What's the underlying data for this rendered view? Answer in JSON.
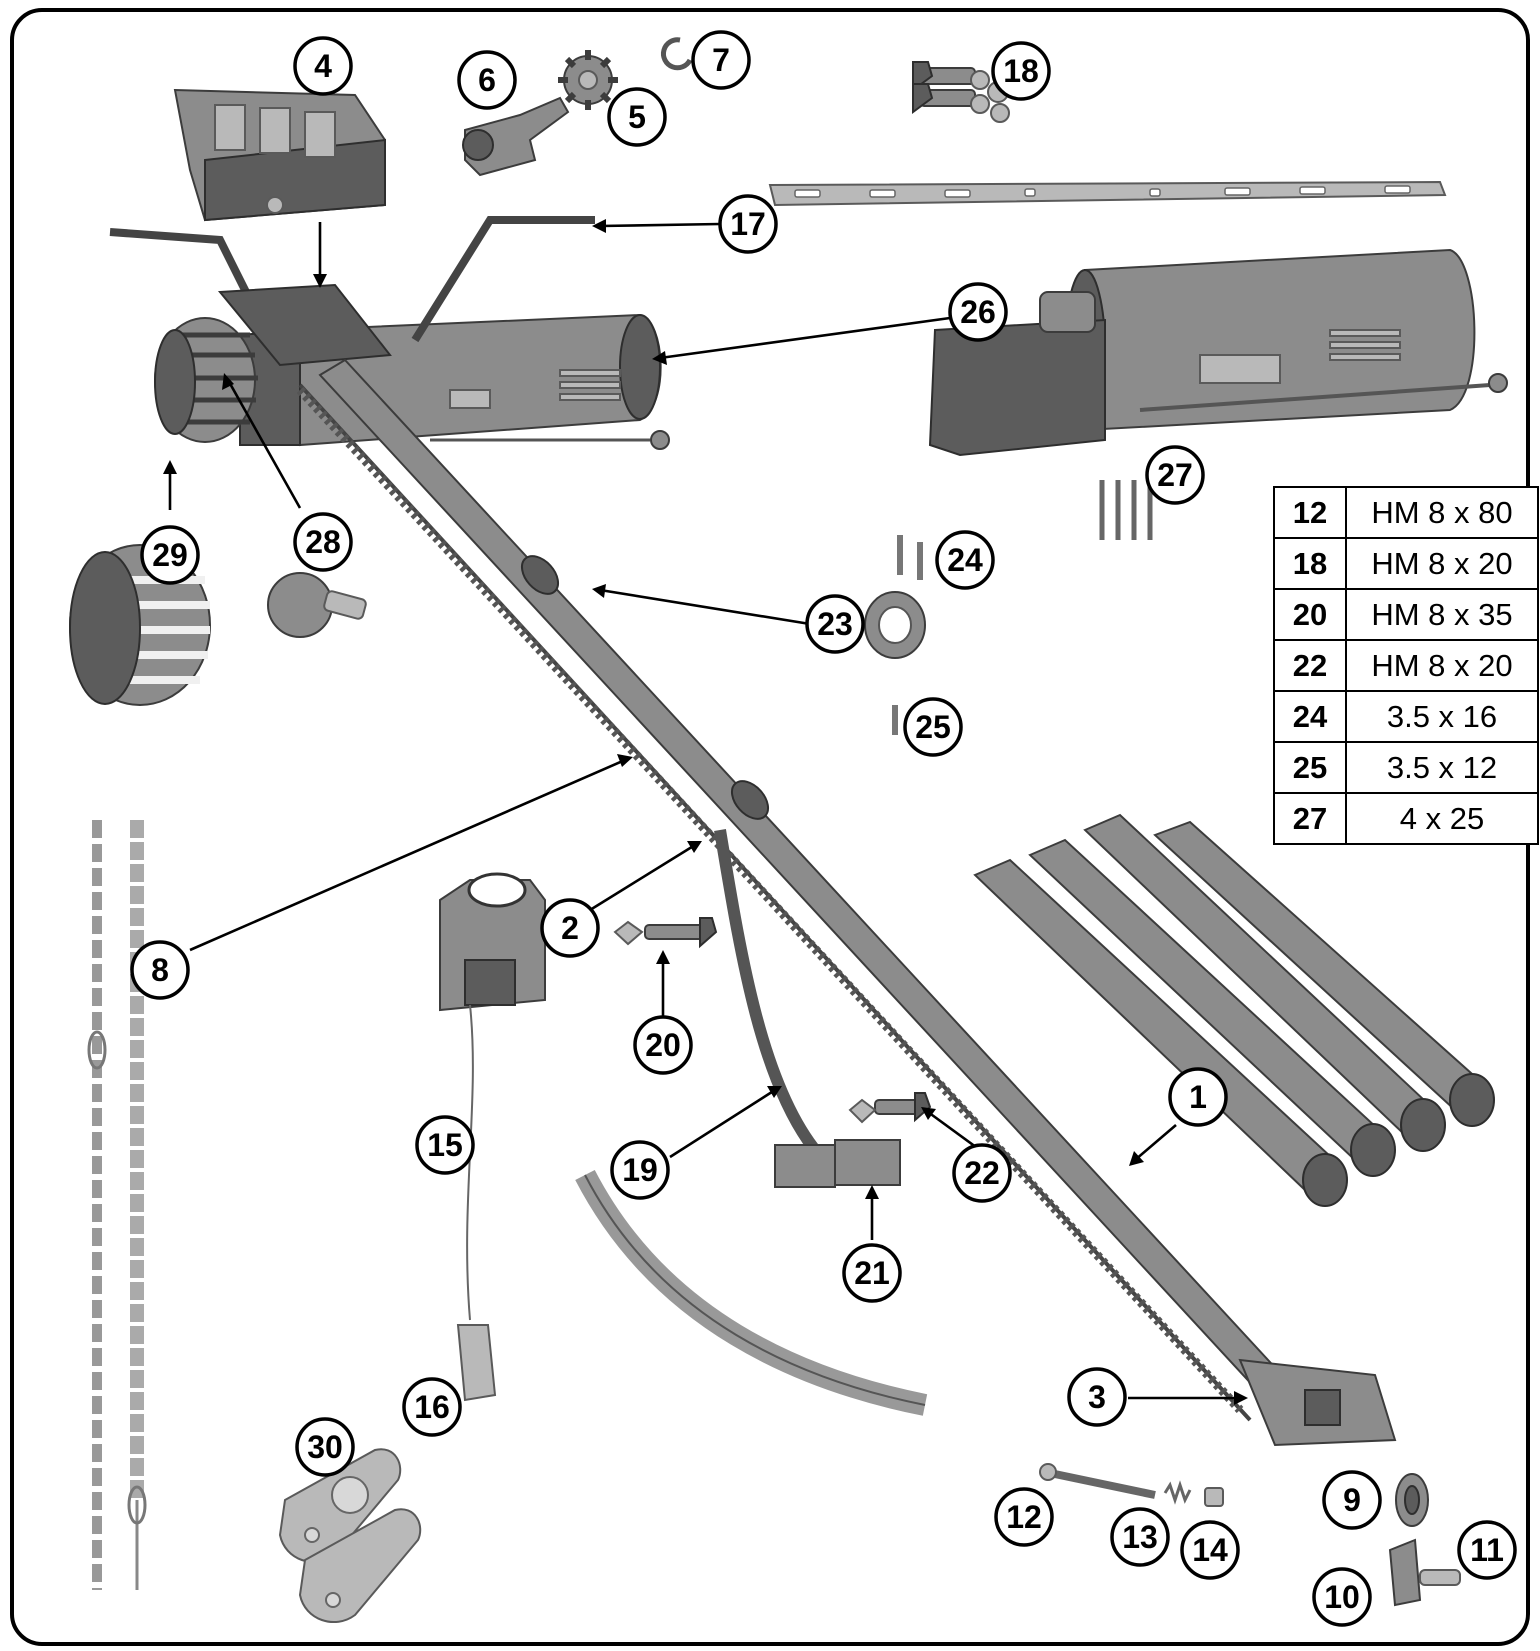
{
  "callouts": [
    "1",
    "2",
    "3",
    "4",
    "5",
    "6",
    "7",
    "8",
    "9",
    "10",
    "11",
    "12",
    "13",
    "14",
    "15",
    "16",
    "17",
    "18",
    "19",
    "20",
    "21",
    "22",
    "23",
    "24",
    "25",
    "26",
    "27",
    "28",
    "29",
    "30"
  ],
  "spec_table": [
    {
      "part": "12",
      "size": "HM 8 x 80"
    },
    {
      "part": "18",
      "size": "HM 8 x 20"
    },
    {
      "part": "20",
      "size": "HM 8 x 35"
    },
    {
      "part": "22",
      "size": "HM 8 x 20"
    },
    {
      "part": "24",
      "size": "3.5 x 16"
    },
    {
      "part": "25",
      "size": "3.5 x 12"
    },
    {
      "part": "27",
      "size": "4 x 25"
    }
  ],
  "colors": {
    "frame": "#000000",
    "part": "#8c8c8c",
    "part_light": "#b9b9b9",
    "part_dark": "#5c5c5c"
  }
}
